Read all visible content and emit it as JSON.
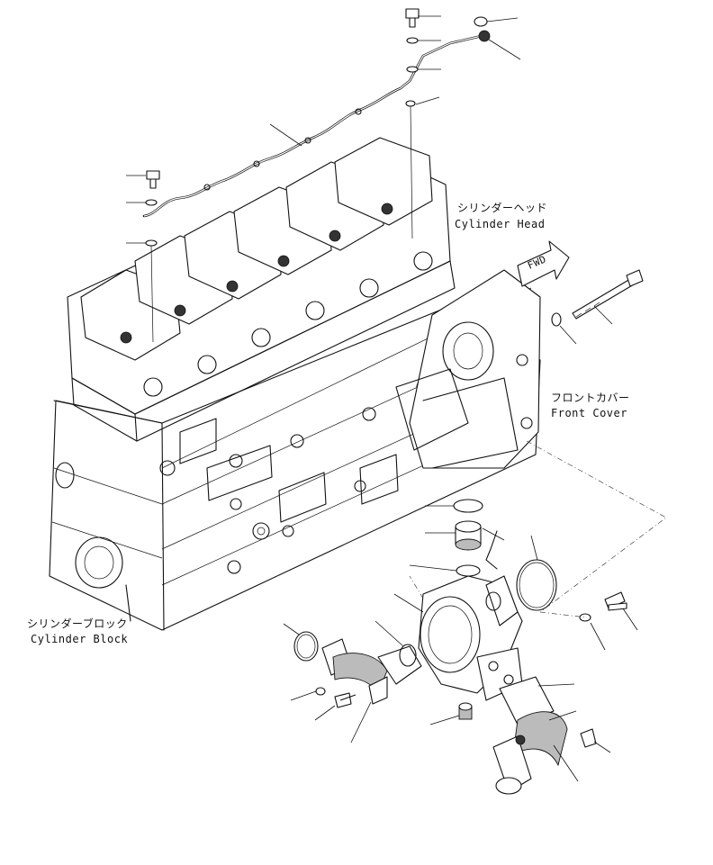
{
  "labels": {
    "cylinder_head_jp": "シリンダーヘッド",
    "cylinder_head_en": "Cylinder Head",
    "front_cover_jp": "フロントカバー",
    "front_cover_en": "Front Cover",
    "cylinder_block_jp": "シリンダーブロック",
    "cylinder_block_en": "Cylinder Block",
    "fwd_arrow": "FWD"
  }
}
